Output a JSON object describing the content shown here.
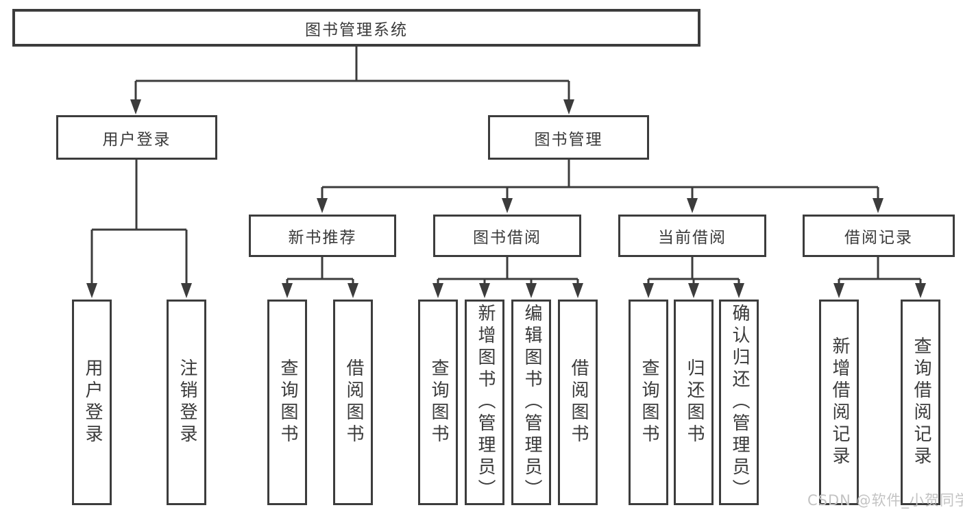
{
  "tree": {
    "root": "图书管理系统",
    "level2": {
      "user_login": "用户登录",
      "book_management": "图书管理"
    },
    "level3": {
      "new_book_recommend": "新书推荐",
      "book_borrow": "图书借阅",
      "current_borrow": "当前借阅",
      "borrow_records": "借阅记录"
    },
    "leaves": {
      "user_login_leaf": "用户登录",
      "logout_leaf": "注销登录",
      "nb_query_books": "查询图书",
      "nb_borrow_books": "借阅图书",
      "bb_query_books": "查询图书",
      "bb_add_books": "新增图书（管理员）",
      "bb_edit_books": "编辑图书（管理员）",
      "bb_borrow_books": "借阅图书",
      "cb_query_books": "查询图书",
      "cb_return_books": "归还图书",
      "cb_confirm_return": "确认归还（管理员）",
      "br_add_record": "新增借阅记录",
      "br_query_record": "查询借阅记录"
    }
  },
  "watermark": "CSDN @软件_小贺同学",
  "colors": {
    "line": "#3c3c3c",
    "text": "#3a3a3a",
    "watermark": "#c3c3c3",
    "background": "#ffffff"
  }
}
